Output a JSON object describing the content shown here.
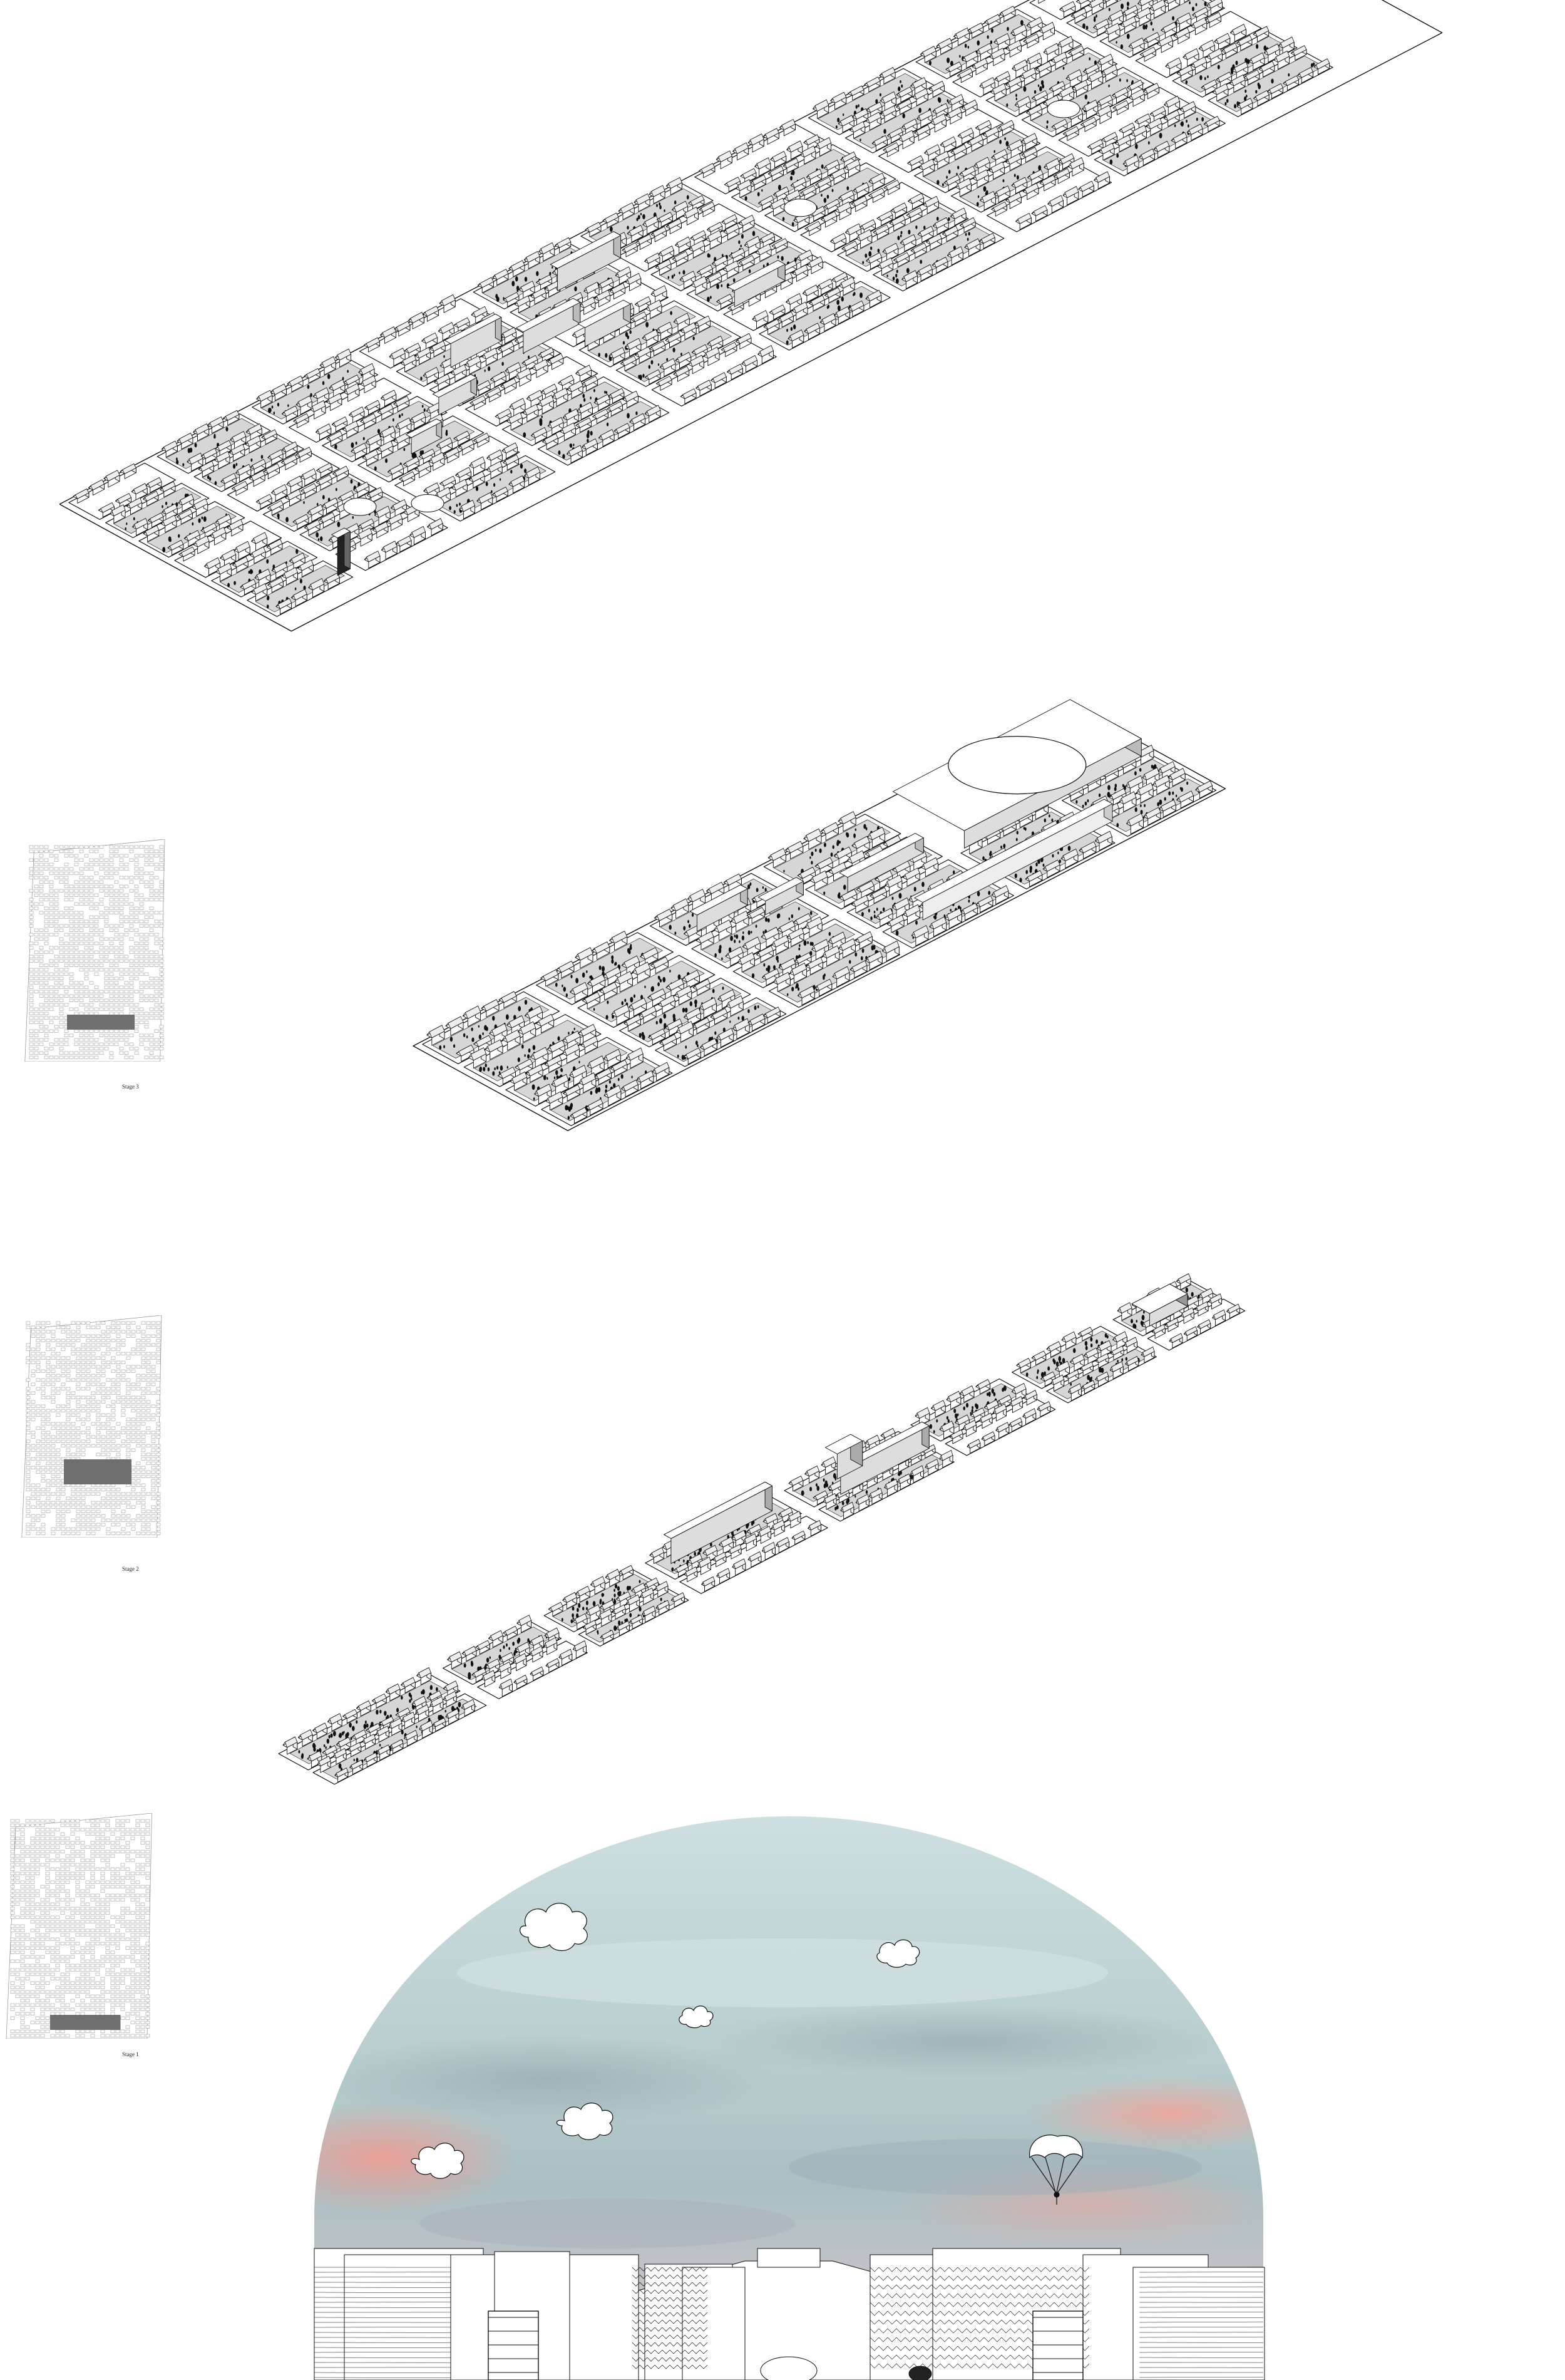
{
  "stages": [
    {
      "label": "Stage 3"
    },
    {
      "label": "Stage 2"
    },
    {
      "label": "Stage 1"
    }
  ],
  "colors": {
    "ink": "#111111",
    "paper": "#ffffff",
    "ground": "#d9d9d9",
    "ground_dark": "#9a9a9a",
    "sky_top": "#c9dcdc",
    "sky_mid": "#b8cfd0",
    "sky_glow": "#f1a79e",
    "highlight_block": "#6f6f6f"
  },
  "icons": {
    "cloud": "cloud-icon",
    "parachute": "parachute-icon",
    "tree": "tree-icon"
  }
}
